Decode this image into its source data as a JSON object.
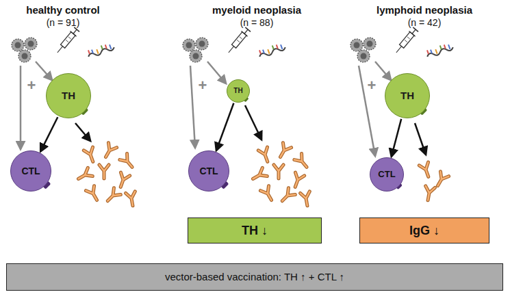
{
  "diagram": {
    "nodes": [
      {
        "text": [
          "TH"
        ]
      },
      {
        "text": [
          "CTL"
        ]
      },
      {
        "text": [
          "TH"
        ]
      },
      {
        "text": [
          "CTL"
        ]
      },
      {
        "text": [
          "TH"
        ]
      },
      {
        "text": [
          "CTL"
        ]
      },
      {
        "text": [
          "TH ↓"
        ]
      },
      {
        "text": [
          "IgG ↓"
        ]
      },
      {
        "text": [
          "vector-based vaccination: TH ↑ + CTL ↑"
        ]
      }
    ],
    "edges": [
      {
        "from": 0,
        "to": 1,
        "arrow": "to"
      },
      {
        "from": 2,
        "to": 3,
        "arrow": "to"
      },
      {
        "from": 4,
        "to": 5,
        "arrow": "to"
      }
    ],
    "labels": [
      "healthy control",
      "(n = 91)",
      "+",
      "myeloid neoplasia",
      "(n = 88)",
      "+",
      "lymphoid neoplasia",
      "(n = 42)",
      "+"
    ]
  }
}
